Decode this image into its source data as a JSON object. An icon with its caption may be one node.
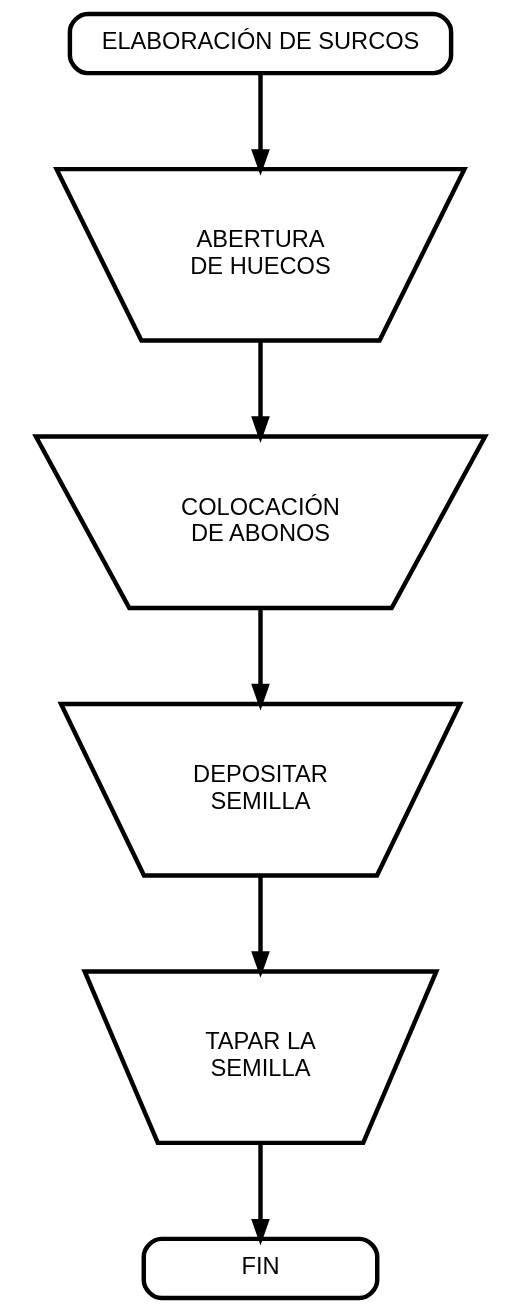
{
  "diagram": {
    "nodes": [
      {
        "text": [
          "ELABORACIÓN DE SURCOS"
        ]
      },
      {
        "text": [
          "ABERTURA DE HUECOS"
        ]
      },
      {
        "text": [
          "COLOCACIÓN DE ABONOS"
        ]
      },
      {
        "text": [
          "DEPOSITAR SEMILLA"
        ]
      },
      {
        "text": [
          "TAPAR LA SEMILLA"
        ]
      },
      {
        "text": [
          "FIN"
        ]
      }
    ],
    "edges": [
      {
        "from": 0,
        "to": 1,
        "arrow": "to"
      },
      {
        "from": 1,
        "to": 2,
        "arrow": "to"
      },
      {
        "from": 2,
        "to": 3,
        "arrow": "to"
      },
      {
        "from": 3,
        "to": 4,
        "arrow": "to"
      },
      {
        "from": 4,
        "to": 5,
        "arrow": "to"
      }
    ]
  }
}
